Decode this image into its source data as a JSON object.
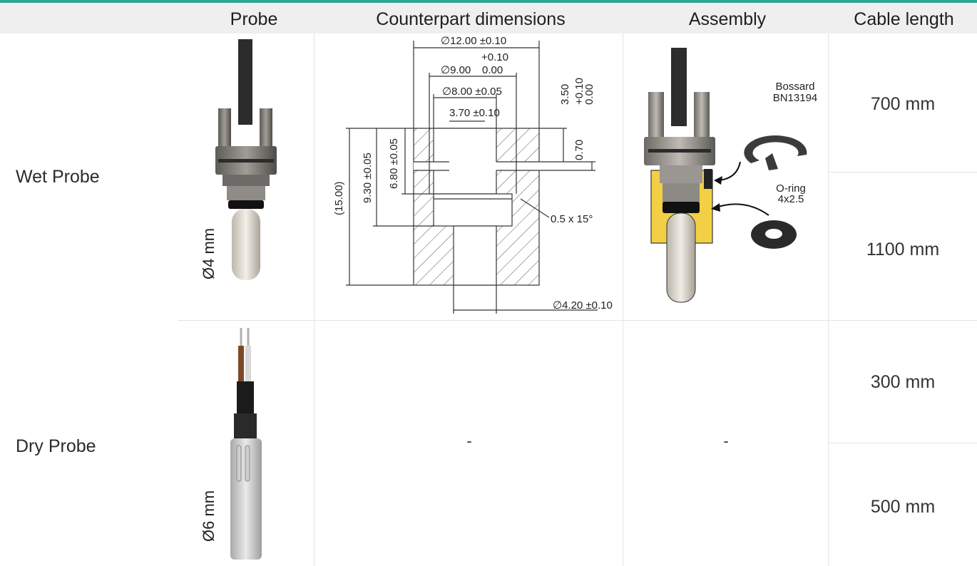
{
  "header": {
    "probe": "Probe",
    "counterpart": "Counterpart dimensions",
    "assembly": "Assembly",
    "cable_length": "Cable length"
  },
  "rows": {
    "wet": {
      "label": "Wet Probe",
      "diameter": "Ø4 mm",
      "lengths": [
        "700 mm",
        "1100 mm"
      ]
    },
    "dry": {
      "label": "Dry Probe",
      "diameter": "Ø6 mm",
      "counterpart": "-",
      "assembly": "-",
      "lengths": [
        "300 mm",
        "500 mm"
      ]
    }
  },
  "drawing": {
    "d12": "∅12.00 ±0.10",
    "tol_plus": "+0.10",
    "d9": "∅9.00",
    "tol_zero": "0.00",
    "d8": "∅8.00 ±0.05",
    "w370": "3.70 ±0.10",
    "h350": "3.50",
    "h_tol_plus": "+0.10",
    "h_tol_zero": "0.00",
    "h070": "0.70",
    "h930": "9.30 ±0.05",
    "h680": "6.80 ±0.05",
    "h1500": "(15.00)",
    "chamfer": "0.5 x 15°",
    "d420": "∅4.20 ±0.10"
  },
  "assembly_labels": {
    "clip_brand": "Bossard",
    "clip_part": "BN13194",
    "oring": "O-ring",
    "oring_size": "4x2.5"
  },
  "colors": {
    "accent": "#2fa597",
    "header_bg": "#efefef",
    "housing": "#f3cf45"
  }
}
